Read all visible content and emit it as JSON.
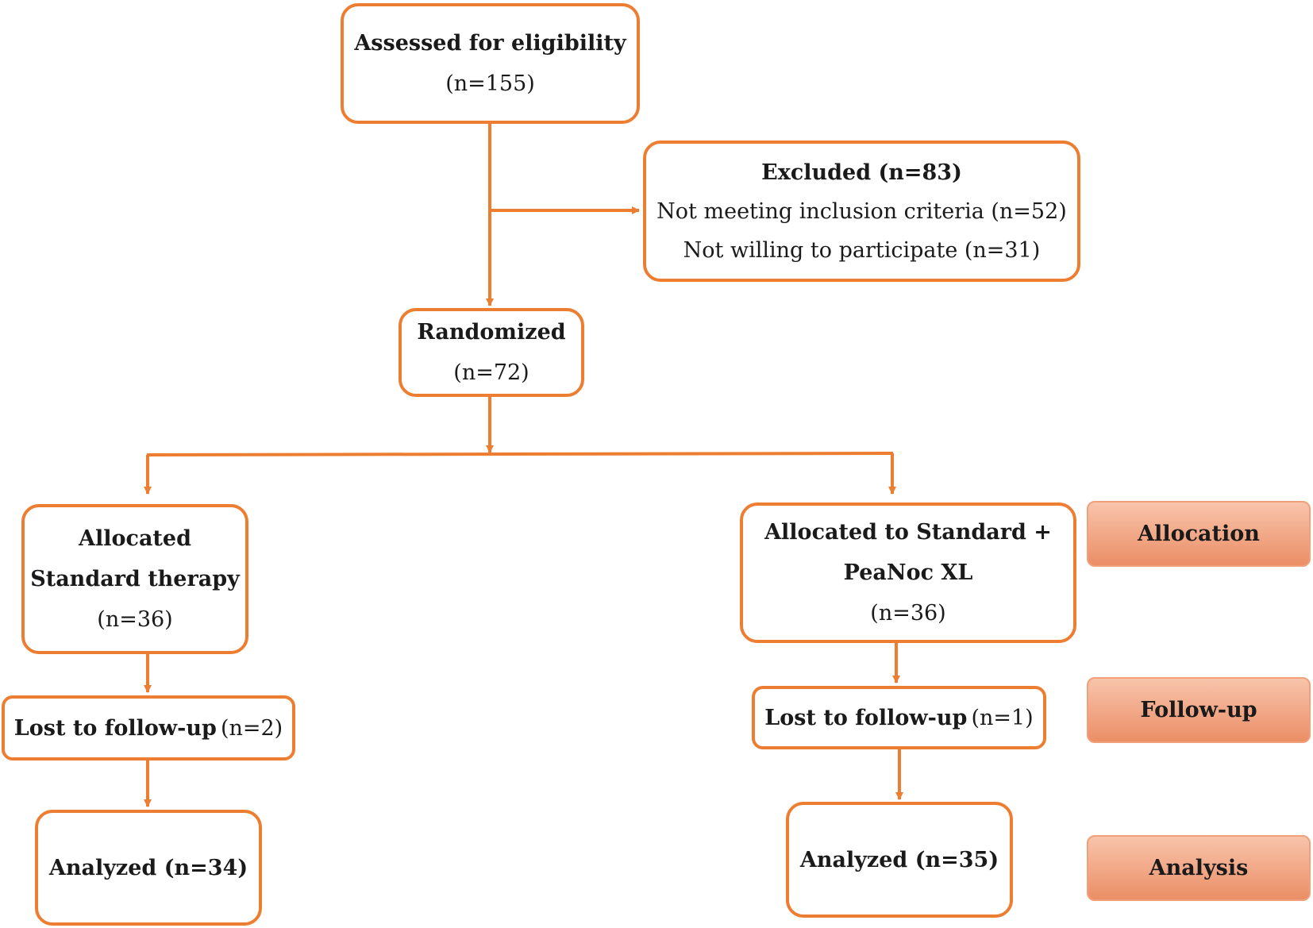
{
  "colors": {
    "line": "#ed7d31",
    "stage_fill": "#f0a07f",
    "text": "#1a1a1a"
  },
  "assessed": {
    "title": "Assessed for eligibility",
    "count": "(n=155)"
  },
  "excluded": {
    "title": "Excluded (n=83)",
    "reason1": "Not meeting inclusion criteria (n=52)",
    "reason2": "Not willing to participate (n=31)"
  },
  "randomized": {
    "title": "Randomized",
    "count": "(n=72)"
  },
  "left_arm": {
    "allocated_line1": "Allocated",
    "allocated_line2": "Standard therapy",
    "allocated_count": "(n=36)",
    "lost_label": "Lost to follow-up",
    "lost_count": "(n=2)",
    "analyzed": "Analyzed (n=34)"
  },
  "right_arm": {
    "allocated_line1": "Allocated to Standard +",
    "allocated_line2": "PeaNoc XL",
    "allocated_count": "(n=36)",
    "lost_label": "Lost to follow-up",
    "lost_count": "(n=1)",
    "analyzed": "Analyzed (n=35)"
  },
  "stages": {
    "allocation": "Allocation",
    "follow_up": "Follow-up",
    "analysis": "Analysis"
  }
}
